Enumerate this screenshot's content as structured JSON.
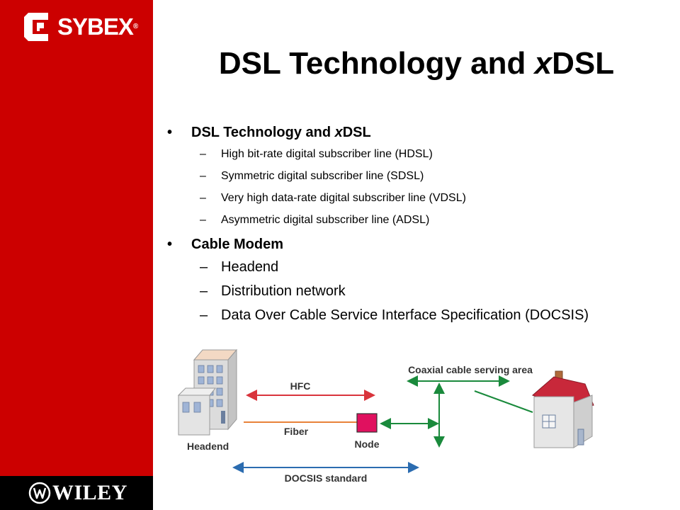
{
  "slide": {
    "title_prefix": "DSL Technology and ",
    "title_italic": "x",
    "title_suffix": "DSL",
    "brand_top": "SYBEX",
    "brand_top_mark": "®",
    "brand_bottom": "WILEY"
  },
  "bullets": [
    {
      "label_prefix": "DSL Technology and ",
      "label_italic": "x",
      "label_suffix": "DSL",
      "items": [
        "High bit-rate digital subscriber line (HDSL)",
        "Symmetric digital subscriber line (SDSL)",
        "Very high data-rate digital subscriber line (VDSL)",
        "Asymmetric digital subscriber line (ADSL)"
      ]
    },
    {
      "label": "Cable Modem",
      "items": [
        "Headend",
        "Distribution network",
        "Data Over Cable Service Interface Specification (DOCSIS)"
      ]
    }
  ],
  "diagram": {
    "hfc": "HFC",
    "coax_area": "Coaxial cable serving area",
    "fiber": "Fiber",
    "node": "Node",
    "headend": "Headend",
    "docsis": "DOCSIS standard"
  },
  "colors": {
    "sidebar_red": "#cc0000",
    "hfc_arrow": "#d9343c",
    "fiber_line": "#e8823a",
    "docsis_arrow": "#2b6cb0",
    "coax_arrow": "#1a8a3c",
    "node_fill": "#e0115f",
    "roof": "#c8283a"
  }
}
